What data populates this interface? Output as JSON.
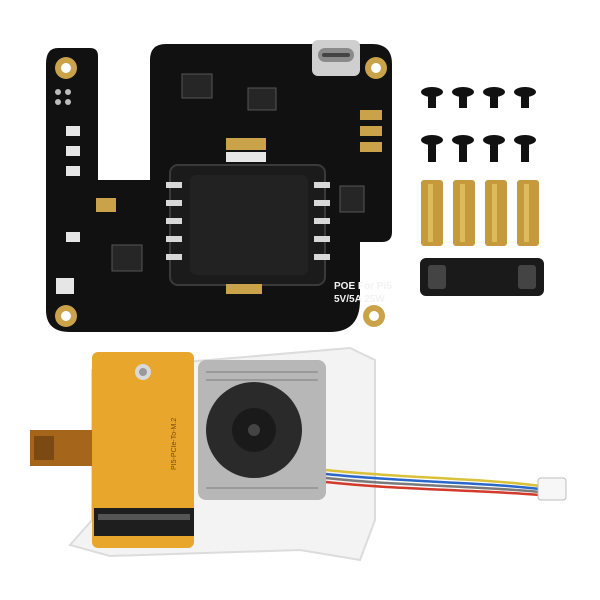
{
  "image": {
    "description_free": true,
    "background_color": "#ffffff"
  },
  "poe_board": {
    "label_line1": "POE For Pi5",
    "label_line2": "5V/5A 25W",
    "pcb_color": "#111111",
    "pad_color": "#c9a24a"
  },
  "hardware": {
    "screw_count": 8,
    "standoff_count": 4,
    "standoff_color": "#c59a3c"
  },
  "nvme_adapter": {
    "pcb_color": "#e9a62c",
    "silk_text": "PI5-PCIe-To-M.2",
    "bracket_color": "#f3f3f3",
    "fan_color": "#b7b7b7"
  },
  "fan_cable": {
    "wire_colors": [
      "#d9c23a",
      "#2b67c9",
      "#7a7a7a",
      "#d43a2a"
    ]
  }
}
